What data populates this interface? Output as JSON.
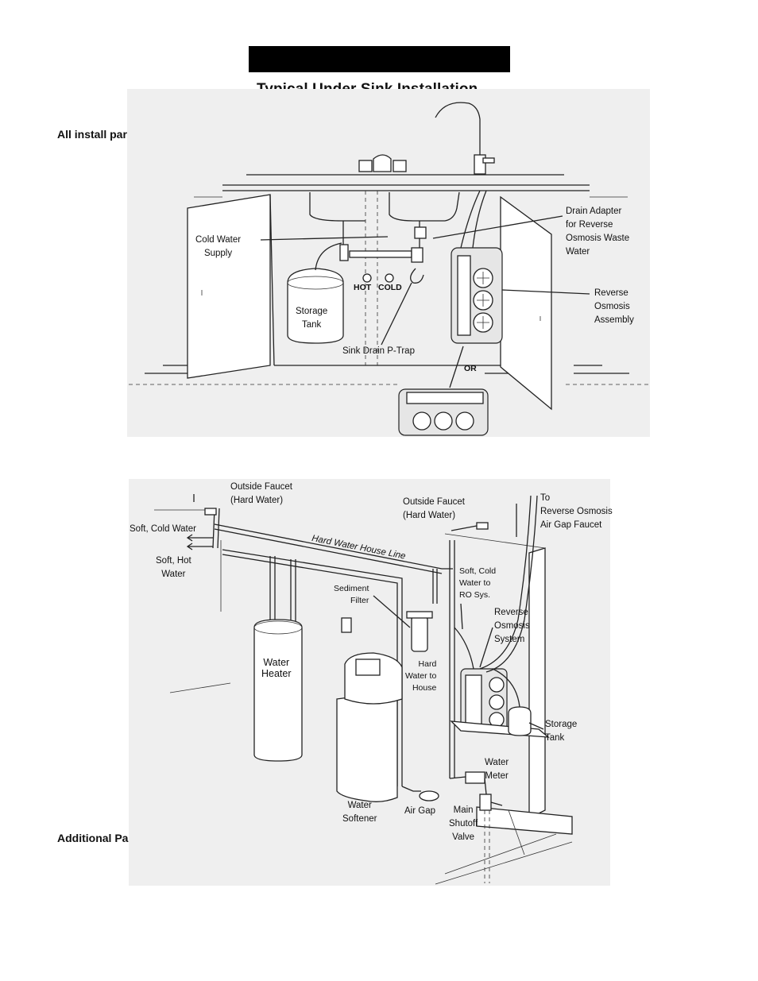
{
  "header": {
    "bar_text": "",
    "title": "Typical Under Sink Installation",
    "included_note": "All install parts included in package.",
    "additional_note": "Additional Parts required."
  },
  "under_sink": {
    "cold_water_supply": "Cold Water\nSupply",
    "drain_adapter": "Drain Adapter\nfor Reverse\nOsmosis Waste\nWater",
    "hot": "HOT",
    "cold": "COLD",
    "storage_tank": "Storage\nTank",
    "reverse_osmosis_assembly": "Reverse\nOsmosis\nAssembly",
    "sink_drain_ptrap": "Sink Drain P-Trap",
    "or": "OR"
  },
  "basement": {
    "outside_faucet_left": "Outside Faucet\n(Hard Water)",
    "outside_faucet_right": "Outside Faucet\n(Hard Water)",
    "to_ro_faucet": "To\nReverse Osmosis\nAir Gap Faucet",
    "soft_cold_water": "Soft, Cold Water",
    "soft_hot_water": "Soft, Hot\nWater",
    "hard_water_house_line": "Hard Water House Line",
    "sediment_filter": "Sediment\nFilter",
    "soft_cold_to_ro": "Soft, Cold\nWater to\nRO Sys.",
    "reverse_osmosis_system": "Reverse\nOsmosis\nSystem",
    "hard_water_to_house": "Hard\nWater to\nHouse",
    "water_heater": "Water\nHeater",
    "storage_tank": "Storage\nTank",
    "water_meter": "Water\nMeter",
    "water_softener": "Water\nSoftener",
    "air_gap": "Air Gap",
    "main_shutoff_valve": "Main\nShutoff\nValve"
  }
}
